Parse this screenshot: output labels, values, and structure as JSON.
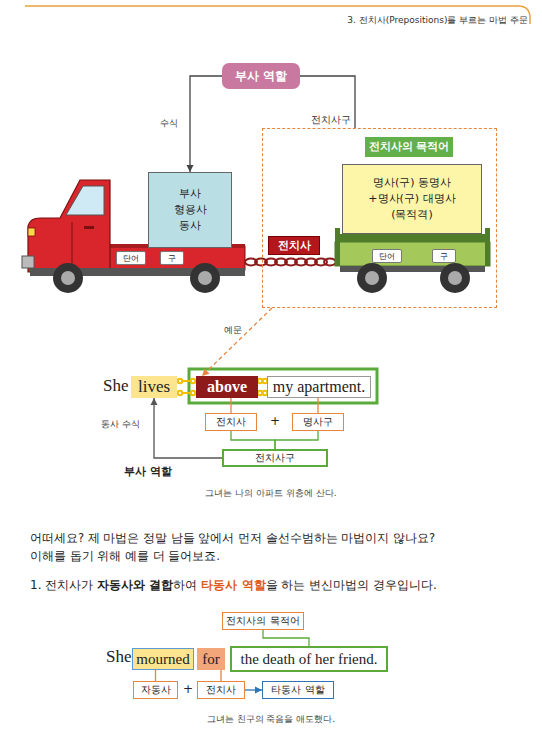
{
  "diagram": {
    "nodes": [
      {
        "text": [
          "부사 역할"
        ]
      },
      {
        "text": [
          "부사 형용사 동사"
        ]
      },
      {
        "text": [
          "단어"
        ]
      },
      {
        "text": [
          "구"
        ]
      },
      {
        "text": [
          "전치사구"
        ]
      },
      {
        "text": [
          "전치사의 목적어"
        ],
        "in": 4
      },
      {
        "text": [
          "명사(구) 동명사+명사(구) 대명사(목적격)"
        ],
        "in": 4
      },
      {
        "text": [
          "단어"
        ],
        "in": 4
      },
      {
        "text": [
          "구"
        ],
        "in": 4
      },
      {
        "text": [
          "전치사"
        ],
        "in": 4
      },
      {
        "text": [
          "lives"
        ]
      },
      {
        "text": [
          "above"
        ]
      },
      {
        "text": [
          "my apartment."
        ]
      },
      {
        "text": [
          "전치사"
        ]
      },
      {
        "text": [
          "명사구"
        ]
      },
      {
        "text": [
          "전치사구"
        ]
      },
      {
        "text": [
          "전치사의 목적어"
        ]
      },
      {
        "text": [
          "mourned"
        ]
      },
      {
        "text": [
          "for"
        ]
      },
      {
        "text": [
          "the death of her friend."
        ]
      },
      {
        "text": [
          "자동사"
        ]
      },
      {
        "text": [
          "전치사"
        ]
      },
      {
        "text": [
          "타동사 역할"
        ]
      }
    ],
    "edges": [
      {
        "from": 0,
        "to": 1,
        "arrow": "to",
        "label": "수식"
      },
      {
        "from": 0,
        "to": 4,
        "arrow": "none"
      },
      {
        "from": 4,
        "to": 11,
        "arrow": "to",
        "label": "예문"
      },
      {
        "from": 11,
        "to": 13,
        "arrow": "none"
      },
      {
        "from": 12,
        "to": 14,
        "arrow": "none"
      },
      {
        "from": 13,
        "to": 15,
        "arrow": "none"
      },
      {
        "from": 14,
        "to": 15,
        "arrow": "none"
      },
      {
        "from": 15,
        "to": 10,
        "arrow": "to",
        "label": "동사 수식"
      },
      {
        "from": 16,
        "to": 19,
        "arrow": "none"
      },
      {
        "from": 17,
        "to": 20,
        "arrow": "none"
      },
      {
        "from": 18,
        "to": 21,
        "arrow": "none"
      },
      {
        "from": 21,
        "to": 22,
        "arrow": "to"
      }
    ],
    "labels": [
      "3. 전치사(Prepositions)를 부르는 마법 주문",
      "She",
      "+",
      "부사 역할",
      "그녀는 나의 아파트 위층에 산다.",
      "어떠세요? 제 마법은 정말 남들 앞에서 먼저 솔선수범하는 마법이지 않나요?",
      "이해를 돕기 위해 예를 더 들어보죠.",
      "1. 전치사가",
      "자동사와 결합",
      "하여",
      "타동사 역할",
      "을 하는 변신마법의 경우입니다.",
      "She",
      "+",
      "그녀는 친구의 죽음을 애도했다."
    ]
  }
}
